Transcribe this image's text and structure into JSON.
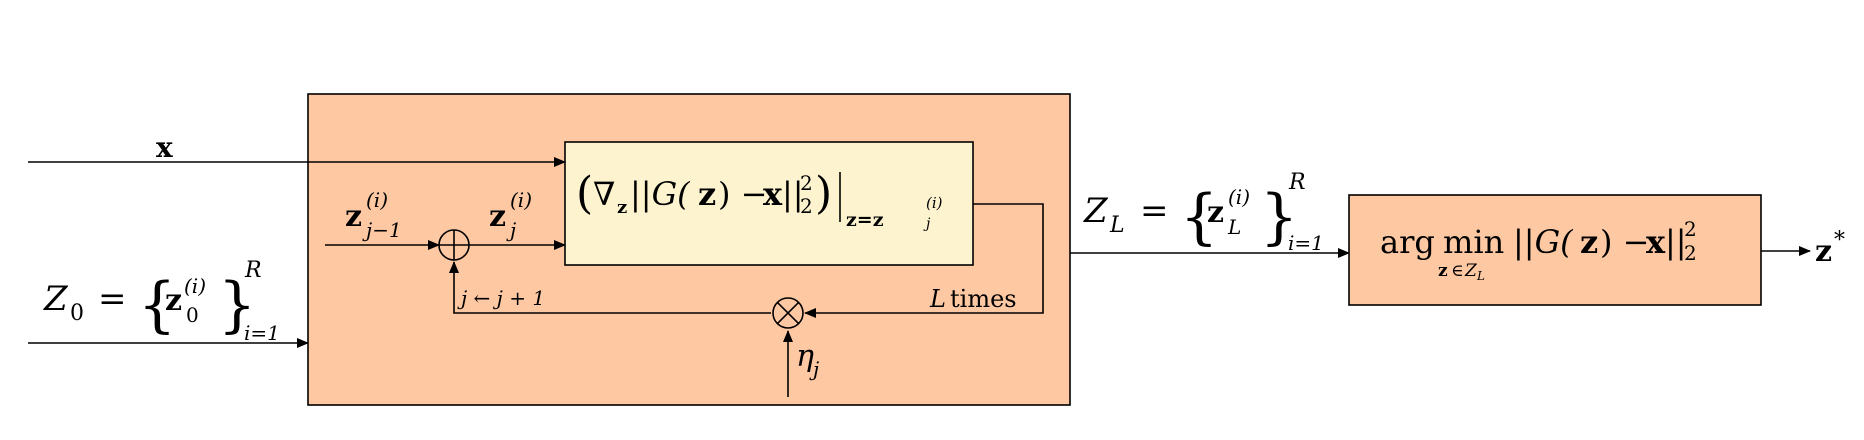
{
  "colors": {
    "outer_box": "#fec8a3",
    "grad_box": "#fdf4cf",
    "argmin_box": "#fec8a3",
    "stroke": "#000000",
    "background": "#ffffff"
  },
  "labels": {
    "x_input": "x",
    "z0_set": {
      "script": "Z",
      "sub": "0",
      "eq": "=",
      "z": "z",
      "sup_i": "(i)",
      "z_sub": "0",
      "sup_R": "R",
      "sub_i1": "i=1"
    },
    "z_prev": {
      "z": "z",
      "sub": "j−1",
      "sup": "(i)"
    },
    "z_curr": {
      "z": "z",
      "sub": "j",
      "sup": "(i)"
    },
    "gradient": {
      "nabla": "∇",
      "nabla_sub": "z",
      "middle": "||G(",
      "z": "z",
      "minus_x": ") − ",
      "x": "x",
      "norm_end": "||",
      "exp": "2",
      "sub": "2",
      "eval_at": "z=z",
      "eval_sub": "j",
      "eval_sup": "(i)"
    },
    "counter": "j ← j + 1",
    "eta": {
      "symbol": "η",
      "sub": "j"
    },
    "loop": {
      "L": "L",
      "times": "times"
    },
    "zl_set": {
      "script": "Z",
      "sub": "L",
      "eq": "=",
      "z": "z",
      "sup_i": "(i)",
      "z_sub": "L",
      "sup_R": "R",
      "sub_i1": "i=1"
    },
    "argmin": {
      "arg": "arg",
      "min": "min",
      "cond_z": "z",
      "cond_in": "∈",
      "cond_set": "Z",
      "cond_sub": "L",
      "norm_open": "||G(",
      "z": "z",
      "minus": ") − ",
      "x": "x",
      "norm_close": "||",
      "exp": "2",
      "sub": "2"
    },
    "output": {
      "z": "z",
      "star": "*"
    }
  },
  "symbols": {
    "sum_node": "plus-circle",
    "product_node": "times-circle"
  }
}
